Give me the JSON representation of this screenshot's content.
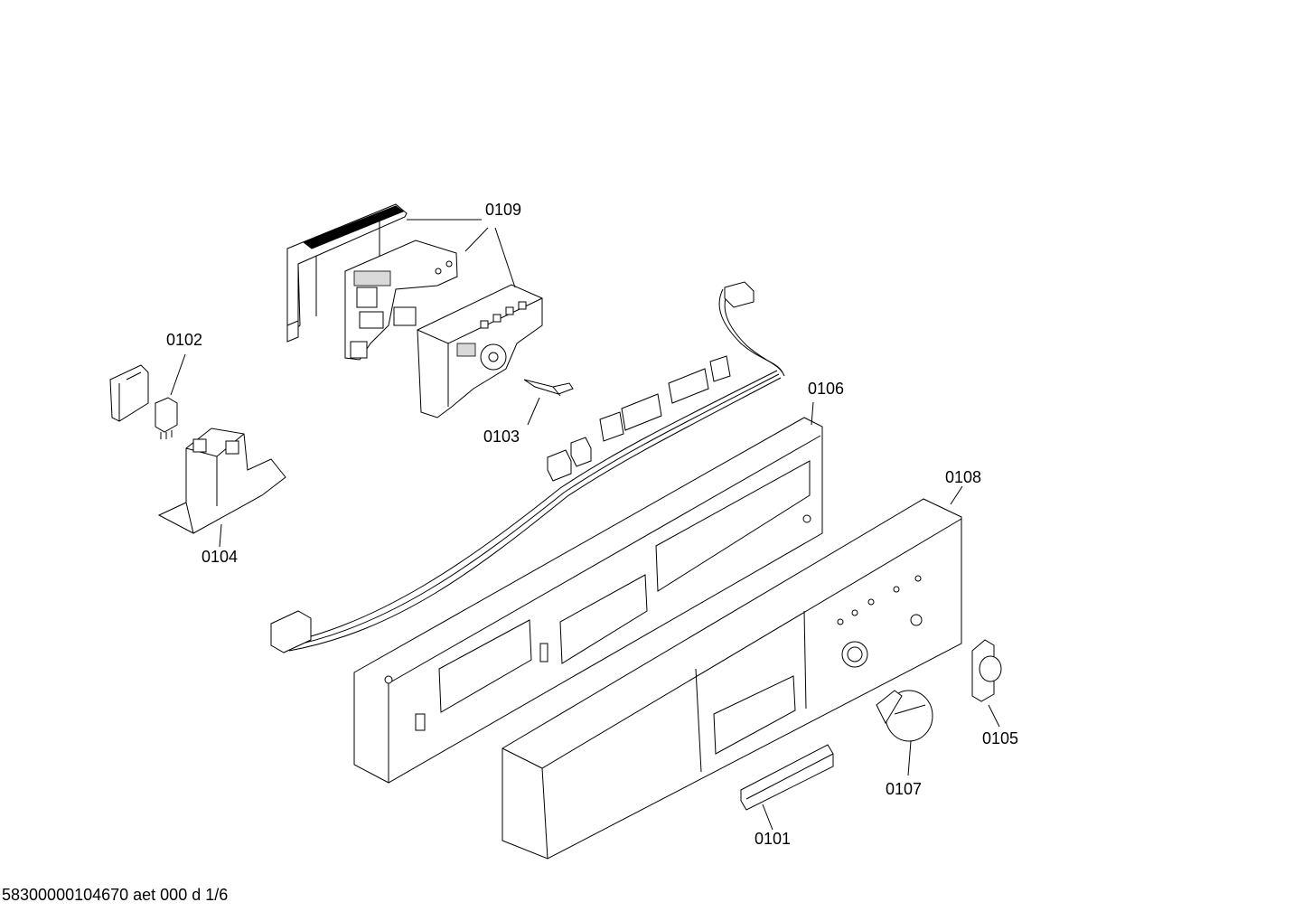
{
  "labels": {
    "p0101": "0101",
    "p0102": "0102",
    "p0103": "0103",
    "p0104": "0104",
    "p0105": "0105",
    "p0106": "0106",
    "p0107": "0107",
    "p0108": "0108",
    "p0109": "0109"
  },
  "footer": "58300000104670 aet 000 d 1/6"
}
